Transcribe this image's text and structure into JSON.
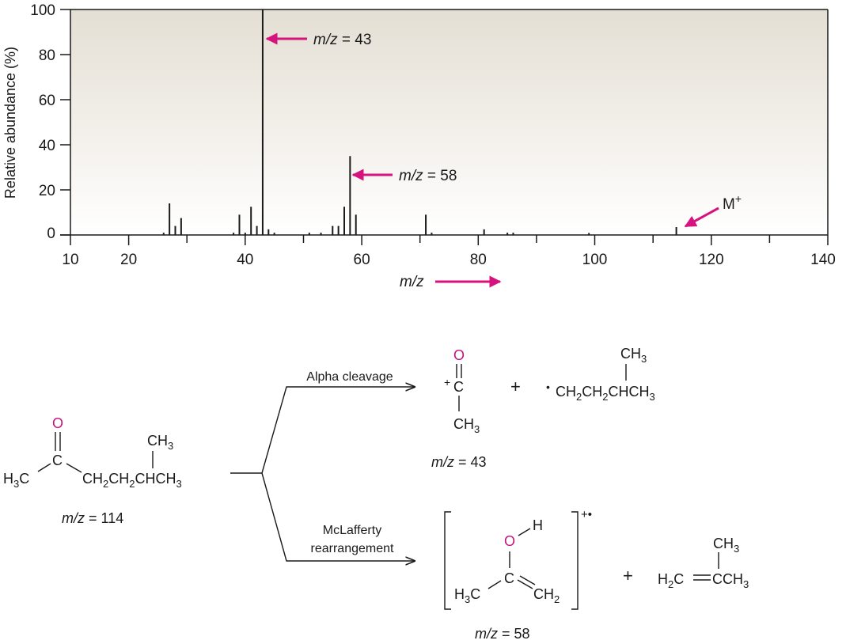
{
  "chart_data": {
    "type": "bar",
    "title": "",
    "xlabel": "m/z",
    "ylabel": "Relative abundance (%)",
    "xlim": [
      10,
      140
    ],
    "ylim": [
      0,
      100
    ],
    "x_ticks": [
      10,
      20,
      40,
      60,
      80,
      100,
      120,
      140
    ],
    "x_minor_ticks": [
      30,
      50,
      70,
      90,
      110,
      130
    ],
    "y_ticks": [
      0,
      20,
      40,
      60,
      80,
      100
    ],
    "grid": false,
    "legend": null,
    "background": "gradient beige (#e5e0d6) to white",
    "x": [
      26,
      27,
      28,
      29,
      38,
      39,
      40,
      41,
      42,
      43,
      44,
      45,
      51,
      53,
      55,
      56,
      57,
      58,
      59,
      71,
      72,
      81,
      85,
      86,
      99,
      114
    ],
    "values": [
      1,
      14,
      4,
      7.5,
      1,
      9,
      1,
      12.5,
      4,
      100,
      2.5,
      1,
      1,
      1,
      4,
      4,
      12.5,
      35,
      9,
      9,
      1,
      2.5,
      1,
      1,
      0.8,
      3.5
    ],
    "annotations": [
      {
        "text": "m/z = 43",
        "target_x": 43,
        "y": 87,
        "arrow_color": "#d6127e"
      },
      {
        "text": "m/z = 58",
        "target_x": 58,
        "y": 27,
        "arrow_color": "#d6127e"
      },
      {
        "text": "M+",
        "target_x": 114,
        "y": 4,
        "arrow_color": "#d6127e"
      }
    ]
  },
  "chart": {
    "ylabel": "Relative abundance (%)",
    "xlabel": "m/z",
    "y_tick_labels": [
      "100",
      "80",
      "60",
      "40",
      "20",
      "0"
    ],
    "x_tick_labels": [
      "10",
      "20",
      "40",
      "60",
      "80",
      "100",
      "120",
      "140"
    ],
    "annotation_43": {
      "mz": "m/z",
      "eq": " = 43"
    },
    "annotation_58": {
      "mz": "m/z",
      "eq": " = 58"
    },
    "annotation_M": {
      "label": "M",
      "sup": "+"
    }
  },
  "scheme": {
    "colors": {
      "oxygen": "#c4167f",
      "arrow": "#d6127e",
      "text": "#1a1a1a"
    },
    "reactant": {
      "oxygen": "O",
      "carbonyl_c": "C",
      "left_group": "H3C",
      "chain": "CH2CH2CHCH3",
      "branch": "CH3",
      "mz_label": "m/z",
      "mz_value": " = 114"
    },
    "alpha": {
      "label": "Alpha cleavage",
      "product1": {
        "charge": "+",
        "c": "C",
        "o": "O",
        "ch3": "CH3",
        "mz_label": "m/z",
        "mz_value": " = 43"
      },
      "plus": "+",
      "product2": {
        "radical": "•",
        "chain": "CH2CH2CHCH3",
        "branch": "CH3"
      }
    },
    "mclafferty": {
      "label_line1": "McLafferty",
      "label_line2": "rearrangement",
      "product1": {
        "o": "O",
        "h": "H",
        "c": "C",
        "left": "H3C",
        "right": "CH2",
        "charge": "+•",
        "mz_label": "m/z",
        "mz_value": " = 58"
      },
      "plus": "+",
      "product2": {
        "left": "H2C",
        "right": "CCH3",
        "branch": "CH3"
      }
    }
  }
}
